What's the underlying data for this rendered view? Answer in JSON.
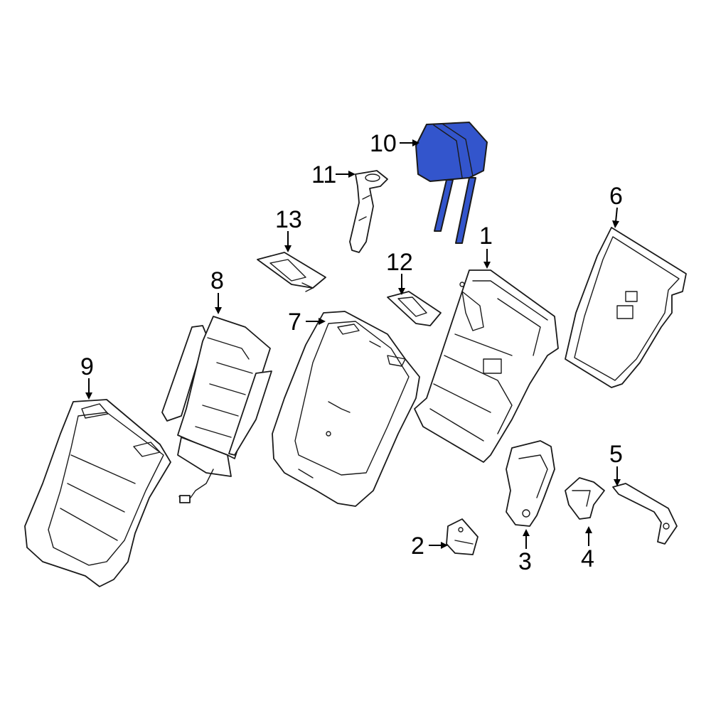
{
  "highlight_color": "#3355cc",
  "callouts": {
    "c1": "1",
    "c2": "2",
    "c3": "3",
    "c4": "4",
    "c5": "5",
    "c6": "6",
    "c7": "7",
    "c8": "8",
    "c9": "9",
    "c10": "10",
    "c11": "11",
    "c12": "12",
    "c13": "13"
  },
  "highlighted_part": "10"
}
